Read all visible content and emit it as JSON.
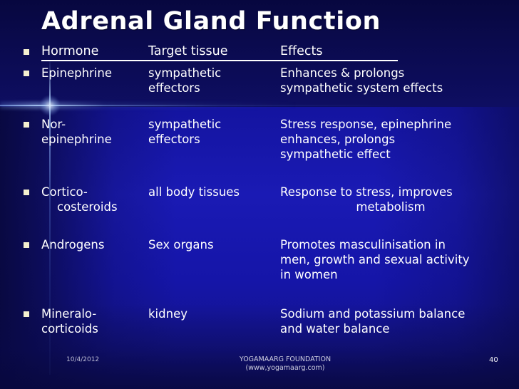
{
  "slide": {
    "title": "Adrenal Gland Function",
    "background_top_color": "#07073f",
    "background_mid_color": "#1a1ab4",
    "background_bottom_color": "#101070",
    "text_color": "#ffffff",
    "bullet_color": "#f5f0cf"
  },
  "table": {
    "headers": {
      "hormone": "Hormone",
      "tissue": "Target tissue",
      "effects": "Effects"
    },
    "rows": [
      {
        "hormone": "Epinephrine",
        "tissue": "sympathetic\neffectors",
        "effects": "Enhances &      prolongs\nsympathetic system effects"
      },
      {
        "hormone": "Nor-\nepinephrine",
        "tissue": "sympathetic\neffectors",
        "effects": "Stress response, epinephrine\nenhances, prolongs\nsympathetic effect"
      },
      {
        "hormone_line1": "Cortico-",
        "hormone_line2": "costeroids",
        "tissue": "all body tissues",
        "effects_line1": "Response to stress, improves",
        "effects_line2": "metabolism"
      },
      {
        "hormone": "Androgens",
        "tissue": "Sex organs",
        "effects": "Promotes masculinisation in\nmen, growth and sexual activity\nin women"
      },
      {
        "hormone": "Mineralo-\ncorticoids",
        "tissue": "kidney",
        "effects": "Sodium and potassium balance\nand water balance"
      }
    ]
  },
  "footer": {
    "date": "10/4/2012",
    "organization_line1": "YOGAMAARG FOUNDATION",
    "organization_line2": "(www,yogamaarg.com)",
    "page_number": "40"
  }
}
